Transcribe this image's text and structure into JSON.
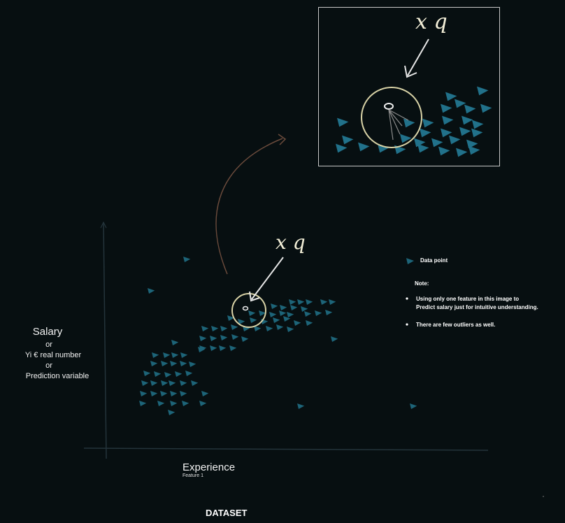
{
  "colors": {
    "background": "#070f11",
    "point": "#1d6478",
    "point_inset": "#21718a",
    "axis": "#24343b",
    "circle": "#d9d3a7",
    "hand_arrow": "#e7e7e7",
    "curved_arrow": "#6b4b3c",
    "inset_border": "#c8c8c8",
    "text": "#ffffff"
  },
  "inset": {
    "label": "x q"
  },
  "main": {
    "query_label": "x q"
  },
  "y_axis": {
    "line1": "Salary",
    "line2": "or",
    "line3": "Yi € real number",
    "line4": "or",
    "line5": "Prediction variable"
  },
  "x_axis": {
    "label": "Experience",
    "sublabel": "Feature 1"
  },
  "legend": {
    "label": "Data point"
  },
  "note": {
    "title": "Note:",
    "bullet1_line1": "Using only one feature in this image to",
    "bullet1_line2": "Predict salary just for intuitive understanding.",
    "bullet2": "There are few outliers as well."
  },
  "footer": {
    "title": "DATASET"
  }
}
